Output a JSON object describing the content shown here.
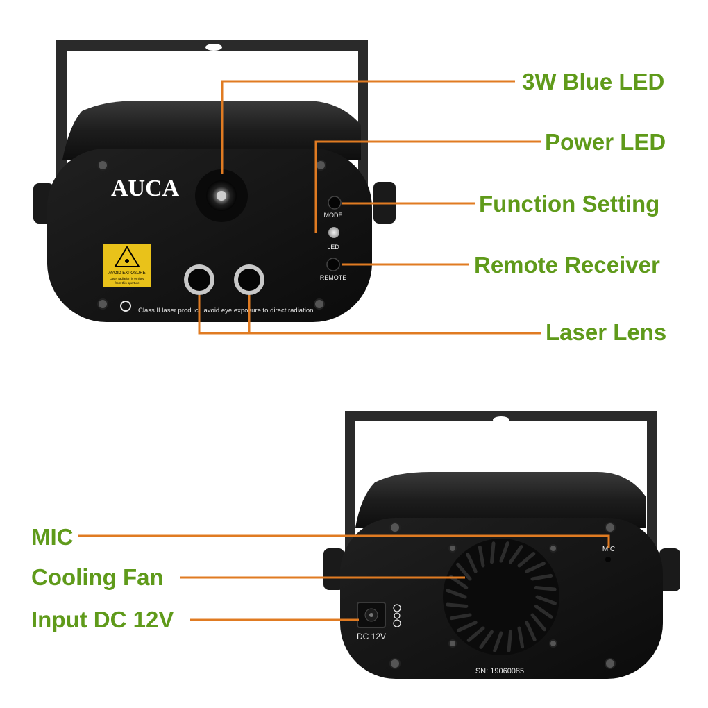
{
  "colors": {
    "callout_text": "#5f9a1a",
    "leader_line": "#e07b22",
    "device_body": "#1c1c1c",
    "device_face": "#111111",
    "bracket": "#2a2a2a"
  },
  "front_unit": {
    "brand_logo": "AUCA",
    "warning_label": {
      "title": "AVOID EXPOSURE",
      "line1": "Laser radiation is emitted",
      "line2": "from this aperture"
    },
    "class_notice": "Class II laser product, avoid eye exposure to direct radiation",
    "labels": {
      "mode": "MODE",
      "led": "LED",
      "remote": "REMOTE"
    },
    "callouts": {
      "blue_led": "3W Blue LED",
      "power_led": "Power LED",
      "function_setting": "Function Setting",
      "remote_receiver": "Remote Receiver",
      "laser_lens": "Laser Lens"
    }
  },
  "rear_unit": {
    "labels": {
      "mic": "MIC",
      "dc": "DC 12V",
      "serial": "SN: 19060085"
    },
    "callouts": {
      "mic": "MIC",
      "cooling_fan": "Cooling Fan",
      "input_dc": "Input DC 12V"
    }
  }
}
